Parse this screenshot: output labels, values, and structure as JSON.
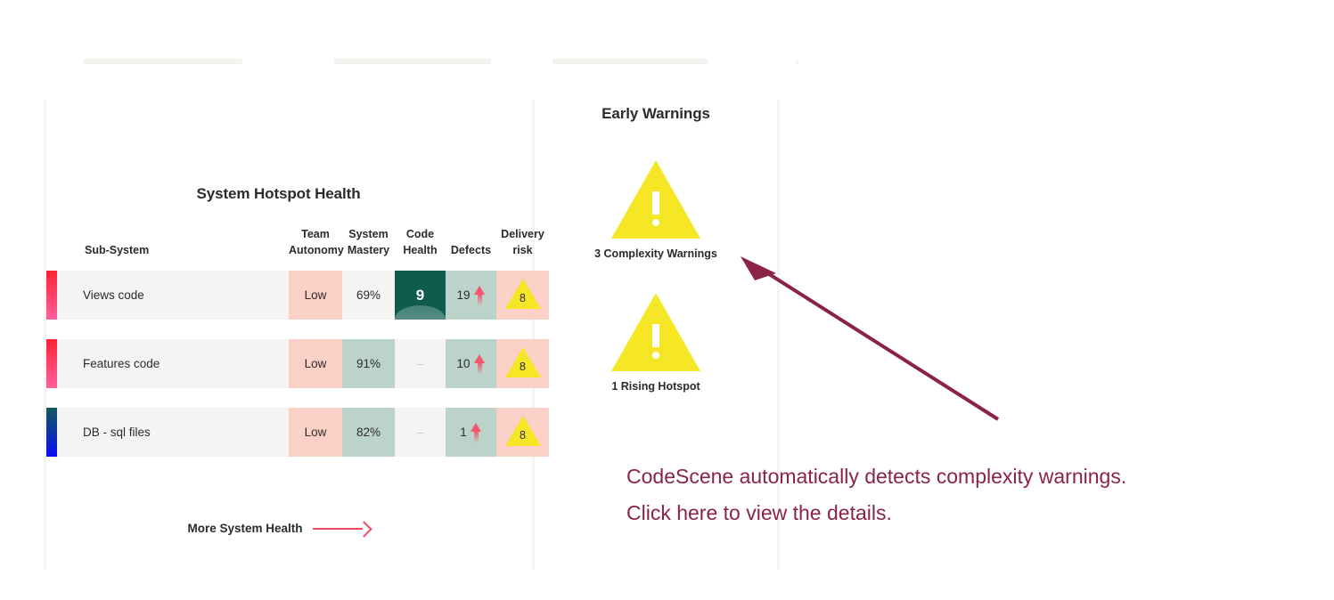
{
  "skeleton_bars": [
    {
      "name": "skeleton-bar-1"
    },
    {
      "name": "skeleton-bar-2"
    },
    {
      "name": "skeleton-bar-3"
    },
    {
      "name": "skeleton-bar-4"
    }
  ],
  "hotspot_panel": {
    "title": "System Hotspot Health",
    "columns": [
      {
        "key": "name",
        "label": "Sub-System"
      },
      {
        "key": "autonomy",
        "label": "Team\nAutonomy"
      },
      {
        "key": "mastery",
        "label": "System\nMastery"
      },
      {
        "key": "health",
        "label": "Code\nHealth"
      },
      {
        "key": "defects",
        "label": "Defects"
      },
      {
        "key": "delivery",
        "label": "Delivery\nrisk"
      }
    ],
    "rows": [
      {
        "name": "Views code",
        "bar_style": "red",
        "autonomy": "Low",
        "autonomy_bg": "pink",
        "mastery": "69%",
        "mastery_bg": "neutral",
        "health": "9",
        "health_bg": "teal",
        "defects": "19",
        "defects_bg": "sage",
        "defects_trend": "up",
        "delivery": "8",
        "delivery_bg": "pink"
      },
      {
        "name": "Features code",
        "bar_style": "red",
        "autonomy": "Low",
        "autonomy_bg": "pink",
        "mastery": "91%",
        "mastery_bg": "sage",
        "health": "–",
        "health_bg": "neutral",
        "defects": "10",
        "defects_bg": "sage",
        "defects_trend": "up",
        "delivery": "8",
        "delivery_bg": "pink"
      },
      {
        "name": "DB - sql files",
        "bar_style": "blue",
        "autonomy": "Low",
        "autonomy_bg": "pink",
        "mastery": "82%",
        "mastery_bg": "sage",
        "health": "–",
        "health_bg": "neutral",
        "defects": "1",
        "defects_bg": "sage",
        "defects_trend": "up",
        "delivery": "8",
        "delivery_bg": "pink"
      }
    ],
    "more_link_label": "More System Health"
  },
  "warnings_panel": {
    "title": "Early Warnings",
    "items": [
      {
        "label": "3 Complexity Warnings"
      },
      {
        "label": "1 Rising Hotspot"
      }
    ]
  },
  "annotation": {
    "text": "CodeScene automatically detects complexity warnings.\nClick here to view the details."
  },
  "colors": {
    "accent_pink": "#fbd0c6",
    "accent_sage": "#bcd3cb",
    "neutral_cell": "#f5f4f2",
    "health_teal": "#0f5c4f",
    "warning_yellow": "#f5e626",
    "annotation_maroon": "#8b2347",
    "link_red": "#f24a63",
    "trend_red": "#f6566b"
  }
}
